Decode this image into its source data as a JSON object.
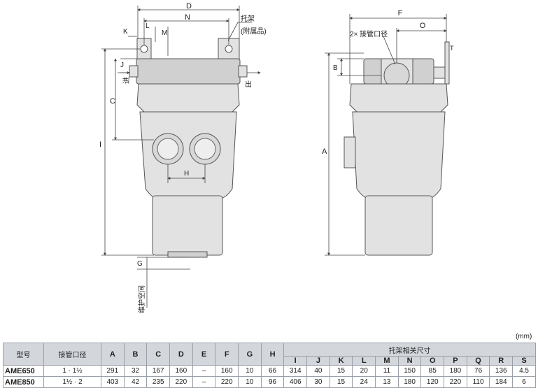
{
  "drawing": {
    "dim_labels": [
      "D",
      "N",
      "K",
      "L",
      "M",
      "J",
      "C",
      "I",
      "H",
      "G",
      "F",
      "O",
      "B",
      "A",
      "T"
    ],
    "bracket_label_1": "托架",
    "bracket_label_2": "(附属品)",
    "inlet_label": "进",
    "outlet_label": "出",
    "maintenance_label": "维护空间",
    "port_label": "2× 接管口径"
  },
  "unit": "(mm)",
  "table": {
    "col_model": "型号",
    "col_port": "接管口径",
    "main_cols": [
      "A",
      "B",
      "C",
      "D",
      "E",
      "F",
      "G",
      "H"
    ],
    "bracket_group": "托架相关尺寸",
    "bracket_cols": [
      "I",
      "J",
      "K",
      "L",
      "M",
      "N",
      "O",
      "P",
      "Q",
      "R",
      "S"
    ],
    "rows": [
      {
        "model": "AME650",
        "port": "1 · 1½",
        "values": [
          "291",
          "32",
          "167",
          "160",
          "–",
          "160",
          "10",
          "66",
          "314",
          "40",
          "15",
          "20",
          "11",
          "150",
          "85",
          "180",
          "76",
          "136",
          "4.5"
        ]
      },
      {
        "model": "AME850",
        "port": "1½ · 2",
        "values": [
          "403",
          "42",
          "235",
          "220",
          "–",
          "220",
          "10",
          "96",
          "406",
          "30",
          "15",
          "24",
          "13",
          "180",
          "120",
          "220",
          "110",
          "184",
          "6"
        ]
      }
    ]
  }
}
